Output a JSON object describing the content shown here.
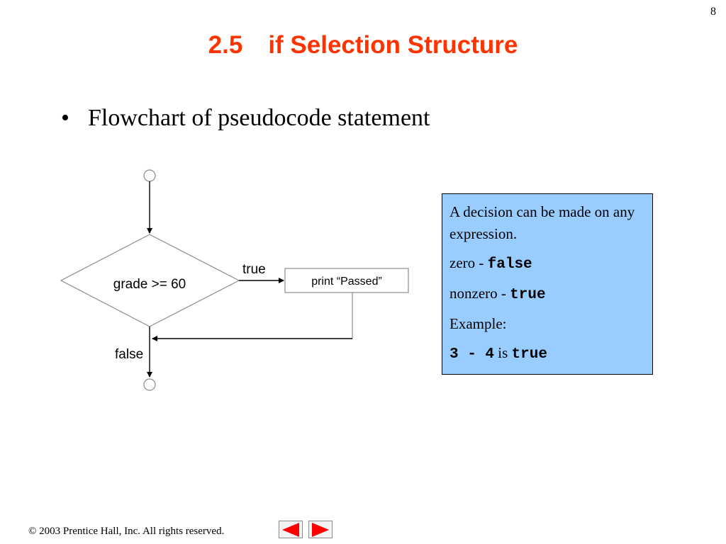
{
  "slide": {
    "page_number": "8",
    "title_number": "2.5",
    "title_text": "if Selection Structure",
    "bullet": "Flowchart of pseudocode statement"
  },
  "flowchart": {
    "decision": "grade >= 60",
    "action": "print “Passed”",
    "true_label": "true",
    "false_label": "false"
  },
  "callout": {
    "line1": "A decision can be made on any expression.",
    "zero_prefix": "zero - ",
    "zero_value": "false",
    "nonzero_prefix": "nonzero - ",
    "nonzero_value": "true",
    "example_label": "Example:",
    "example_expr": "3 - 4",
    "example_is": " is ",
    "example_result": "true"
  },
  "footer": {
    "copyright": "© 2003 Prentice Hall, Inc.  All rights reserved."
  },
  "colors": {
    "title": "#ff3300",
    "callout_bg": "#99ccff",
    "nav_arrow": "#ff0000"
  }
}
